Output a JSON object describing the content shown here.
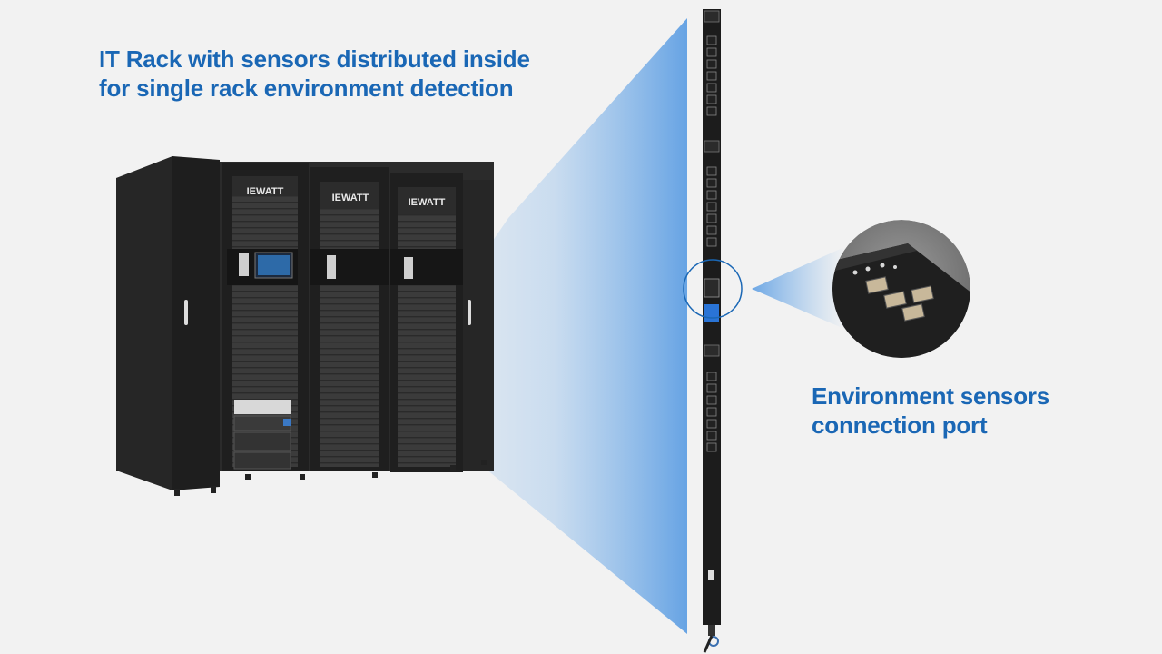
{
  "slide": {
    "rack_caption": {
      "line1": "IT Rack with sensors distributed inside",
      "line2": "for single rack environment detection"
    },
    "port_caption": {
      "line1": "Environment sensors",
      "line2": "connection port"
    }
  },
  "rack": {
    "brand_logo": "IEWATT",
    "cabinet_count": 3
  },
  "pdu": {
    "outlet_groups": 3
  },
  "colors": {
    "background": "#f2f2f2",
    "caption_blue": "#1a67b5",
    "beam_blue": "#7fb4ea",
    "cabinet": "#2a2a2a",
    "pdu_body": "#1c1c1c"
  },
  "icons": [
    "magnifier-callout-icon",
    "rj45-port-icon",
    "lcd-display-icon",
    "power-cord-icon"
  ]
}
